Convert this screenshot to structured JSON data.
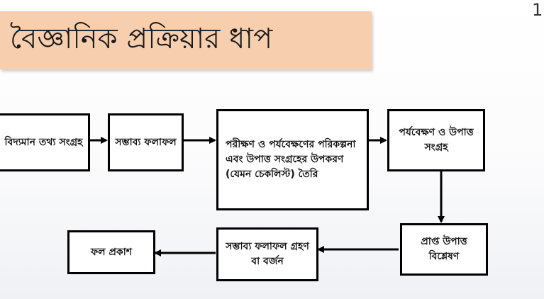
{
  "title": "বৈজ্ঞানিক প্রক্রিয়ার ধাপ",
  "page_number": "1",
  "steps": {
    "collect_info": "বিদ্যমান তথ্য সংগ্রহ",
    "hypothesis": "সম্ভাব্য ফলাফল",
    "plan": "পরীক্ষণ ও পর্যবেক্ষণের পরিকল্পনা এবং উপাত্ত সংগ্রহের উপকরণ (যেমন চেকলিস্ট) তৈরি",
    "observe": "পর্যবেক্ষণ ও উপাত্ত সংগ্রহ",
    "analyze": "প্রাপ্ত উপাত্ত বিশ্লেষণ",
    "accept_reject": "সম্ভাব্য ফলাফল গ্রহণ বা বর্জন",
    "publish": "ফল প্রকাশ"
  }
}
